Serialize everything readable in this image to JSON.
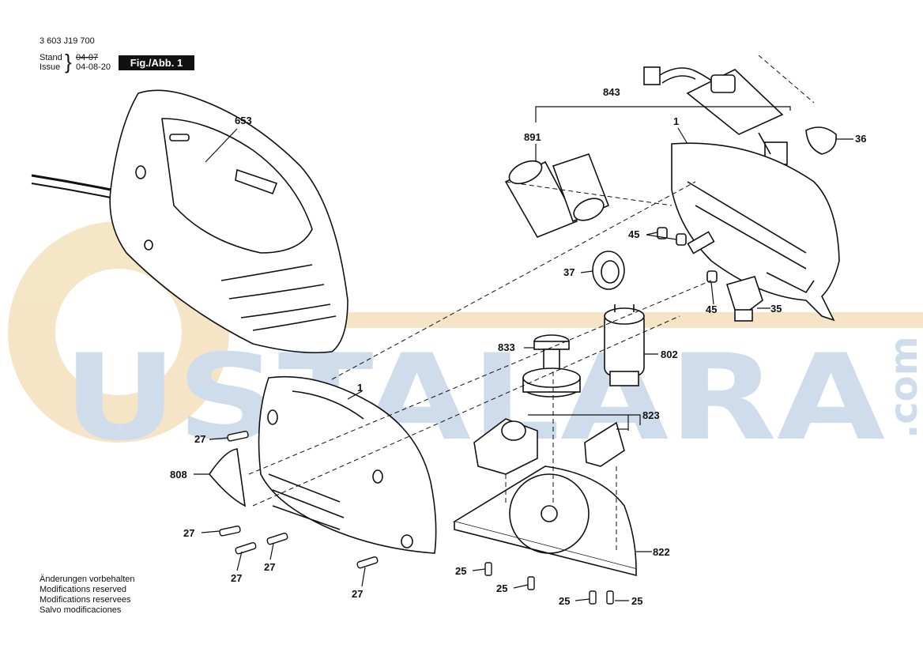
{
  "header": {
    "doc_number": "3 603 J19 700",
    "stand_label": "Stand",
    "issue_label": "Issue",
    "stand_date": "04-07",
    "issue_date": "04-08-20",
    "figure_label": "Fig./Abb. 1"
  },
  "footer": {
    "notes": [
      "Änderungen vorbehalten",
      "Modifications reserved",
      "Modifications reservees",
      "Salvo modificaciones"
    ]
  },
  "watermark": {
    "text": "USTALARA",
    "suffix": ".com",
    "color": "#c8d8ea",
    "accent": "#f3e0b8"
  },
  "callouts": {
    "p653": "653",
    "p843": "843",
    "p891": "891",
    "p1_top": "1",
    "p36": "36",
    "p45_a": "45",
    "p37": "37",
    "p45_b": "45",
    "p35": "35",
    "p833": "833",
    "p802": "802",
    "p1_mid": "1",
    "p823": "823",
    "p27_a": "27",
    "p808": "808",
    "p27_b": "27",
    "p27_c": "27",
    "p27_d": "27",
    "p27_e": "27",
    "p822": "822",
    "p25_a": "25",
    "p25_b": "25",
    "p25_c": "25",
    "p25_d": "25"
  }
}
